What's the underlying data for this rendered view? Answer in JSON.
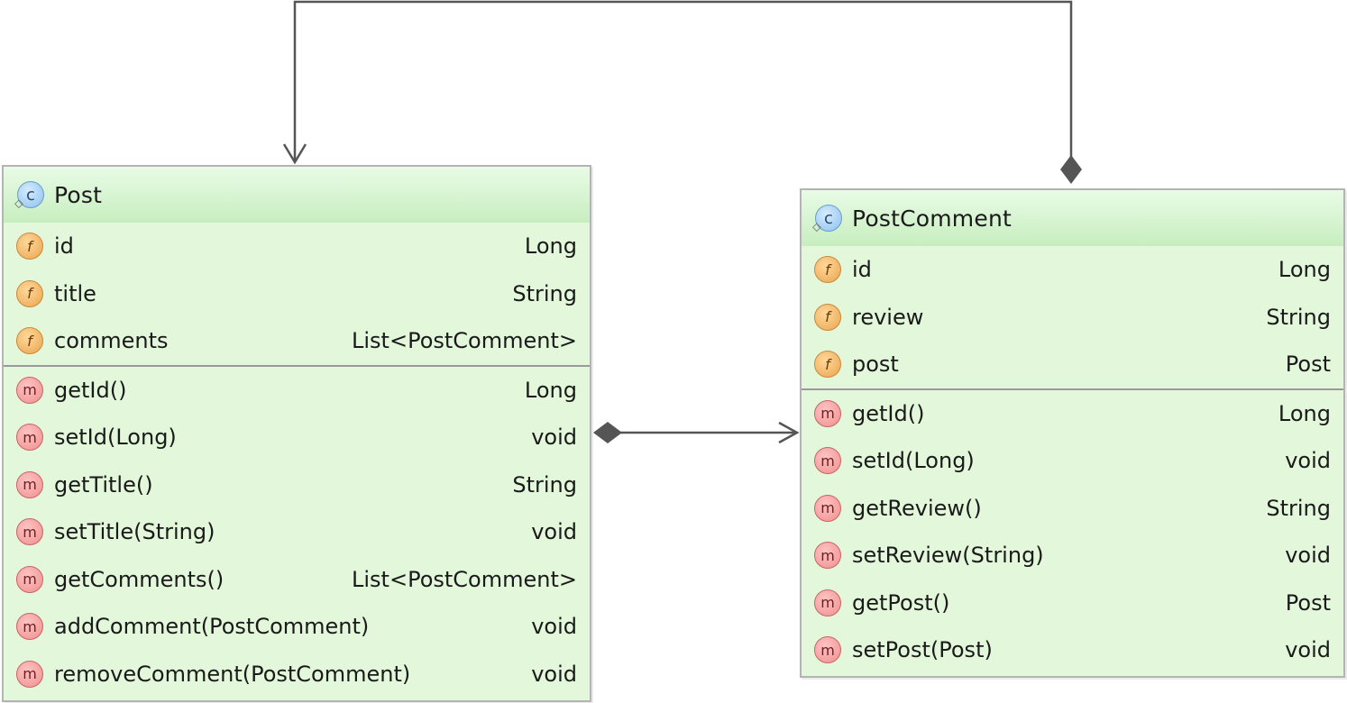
{
  "colors": {
    "class_body": "#e3f7db",
    "class_header_bottom": "#c7eebf",
    "border": "#b4b4b4",
    "connector": "#555555",
    "field_icon": "#eaa54f",
    "method_icon": "#ef8f8f",
    "class_icon": "#8cc1ee"
  },
  "icons": {
    "class": "c",
    "field": "f",
    "method": "m"
  },
  "post_class": {
    "name": "Post",
    "fields": [
      {
        "name": "id",
        "type": "Long"
      },
      {
        "name": "title",
        "type": "String"
      },
      {
        "name": "comments",
        "type": "List<PostComment>"
      }
    ],
    "methods": [
      {
        "name": "getId()",
        "type": "Long"
      },
      {
        "name": "setId(Long)",
        "type": "void"
      },
      {
        "name": "getTitle()",
        "type": "String"
      },
      {
        "name": "setTitle(String)",
        "type": "void"
      },
      {
        "name": "getComments()",
        "type": "List<PostComment>"
      },
      {
        "name": "addComment(PostComment)",
        "type": "void"
      },
      {
        "name": "removeComment(PostComment)",
        "type": "void"
      }
    ]
  },
  "postcomment_class": {
    "name": "PostComment",
    "fields": [
      {
        "name": "id",
        "type": "Long"
      },
      {
        "name": "review",
        "type": "String"
      },
      {
        "name": "post",
        "type": "Post"
      }
    ],
    "methods": [
      {
        "name": "getId()",
        "type": "Long"
      },
      {
        "name": "setId(Long)",
        "type": "void"
      },
      {
        "name": "getReview()",
        "type": "String"
      },
      {
        "name": "setReview(String)",
        "type": "void"
      },
      {
        "name": "getPost()",
        "type": "Post"
      },
      {
        "name": "setPost(Post)",
        "type": "void"
      }
    ]
  }
}
